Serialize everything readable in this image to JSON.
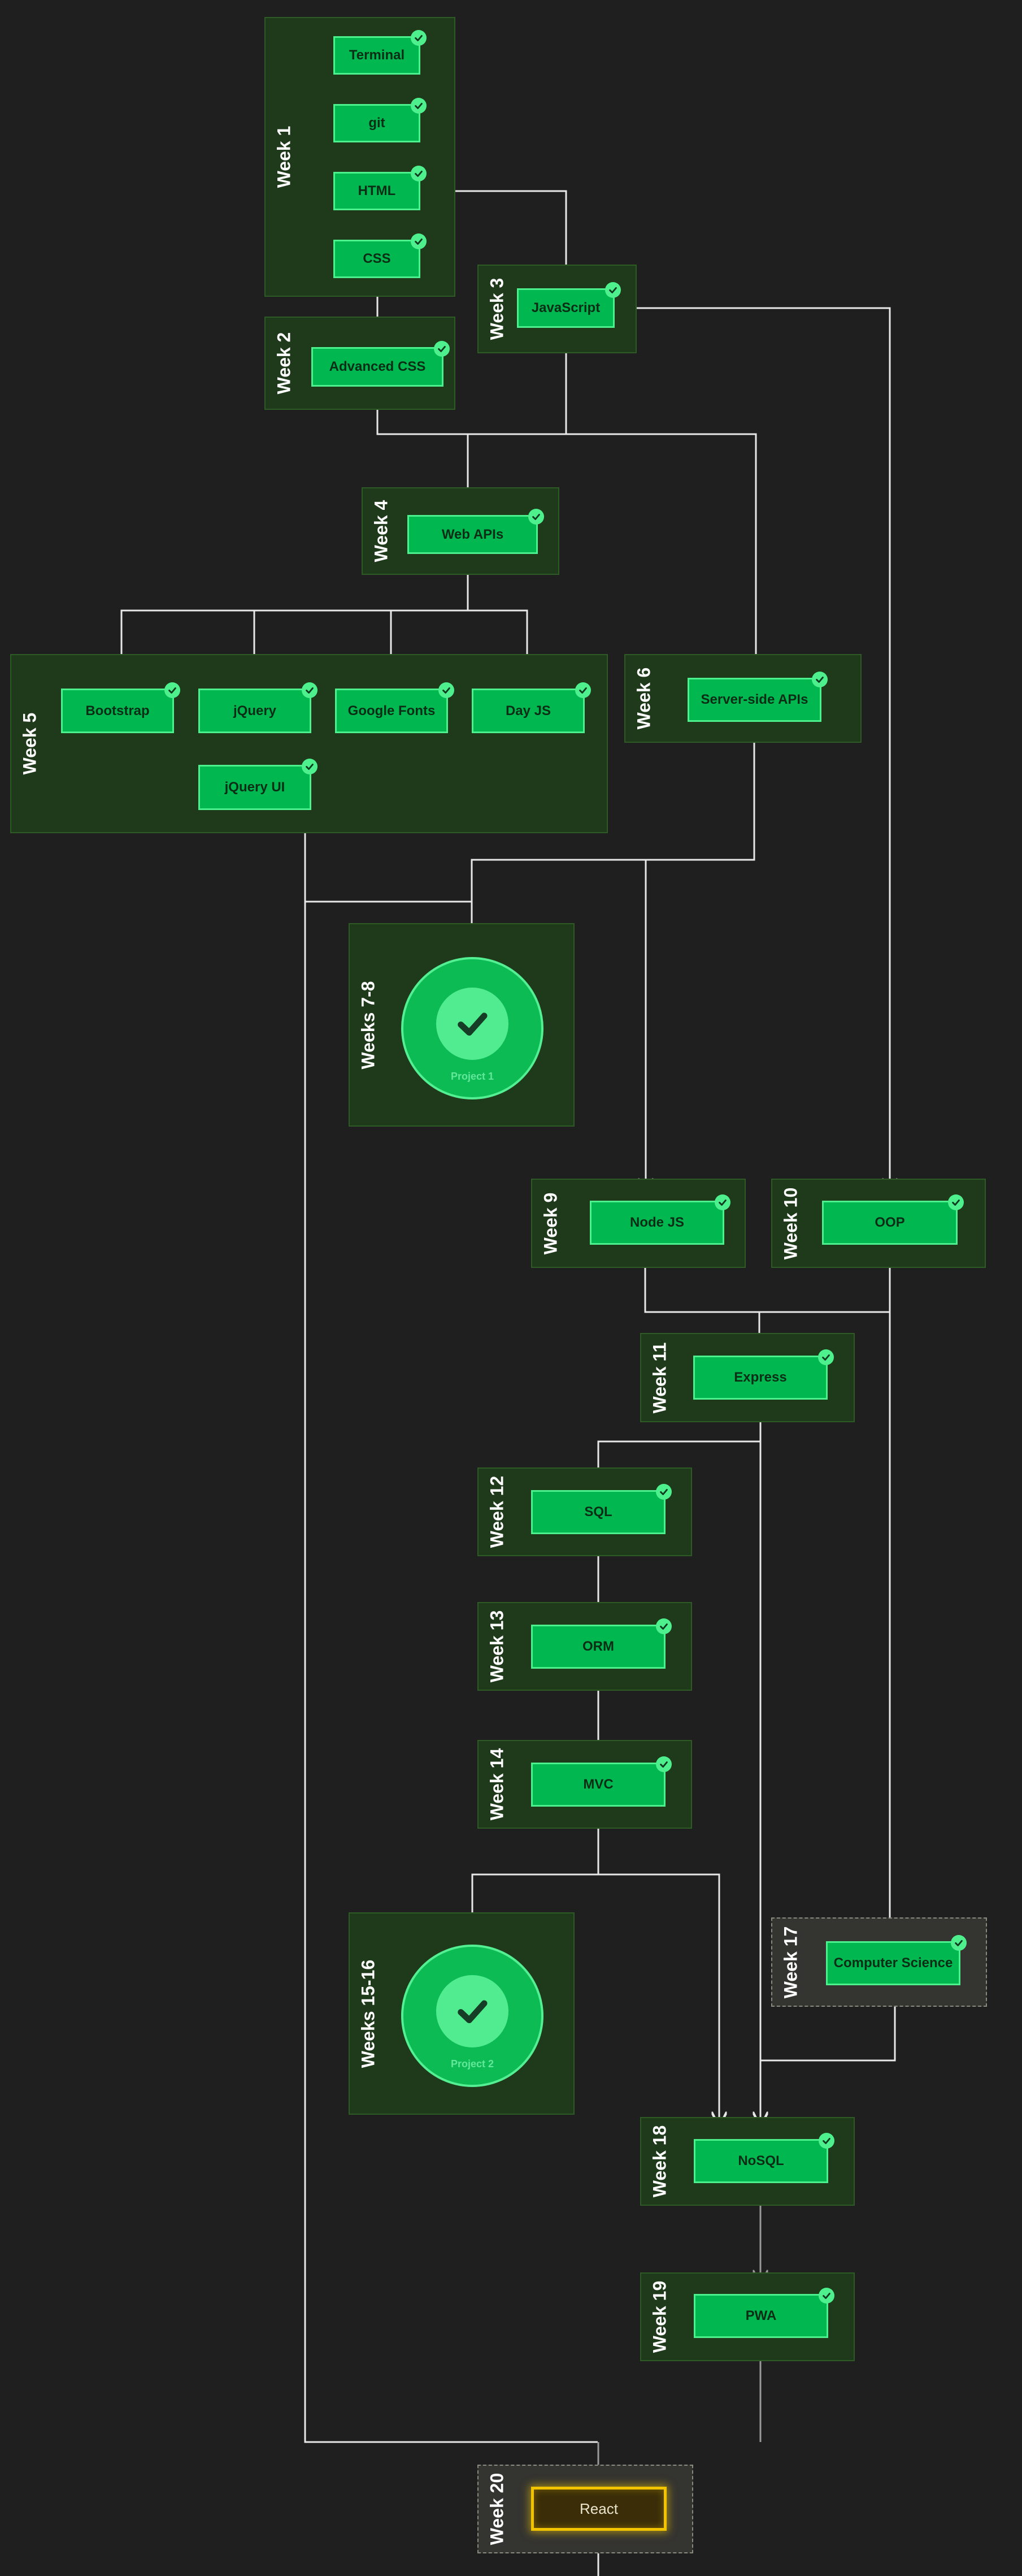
{
  "colors": {
    "background": "#1f1f1f",
    "group_fill": "#1e3a1a",
    "node_fill": "#00b84f",
    "node_border": "#4cf08c",
    "check_badge": "#4ef08d",
    "wire": "#e8e8e8",
    "highlight": "#f2c400"
  },
  "weeks": {
    "w1": "Week 1",
    "w2": "Week 2",
    "w3": "Week 3",
    "w4": "Week 4",
    "w5": "Week 5",
    "w6": "Week 6",
    "w78": "Weeks 7-8",
    "w9": "Week 9",
    "w10": "Week 10",
    "w11": "Week 11",
    "w12": "Week 12",
    "w13": "Week 13",
    "w14": "Week 14",
    "w1516": "Weeks 15-16",
    "w17": "Week 17",
    "w18": "Week 18",
    "w19": "Week 19",
    "w20": "Week 20"
  },
  "topics": {
    "terminal": "Terminal",
    "git": "git",
    "html": "HTML",
    "css": "CSS",
    "advanced_css": "Advanced CSS",
    "javascript": "JavaScript",
    "web_apis": "Web APIs",
    "bootstrap": "Bootstrap",
    "jquery": "jQuery",
    "google_fonts": "Google Fonts",
    "day_js": "Day JS",
    "jquery_ui": "jQuery UI",
    "server_side_apis": "Server-side APIs",
    "node_js": "Node JS",
    "oop": "OOP",
    "express": "Express",
    "sql": "SQL",
    "orm": "ORM",
    "mvc": "MVC",
    "computer_science": "Computer Science",
    "nosql": "NoSQL",
    "pwa": "PWA",
    "react": "React"
  },
  "projects": {
    "p1": "Project 1",
    "p2": "Project 2"
  },
  "icons": {
    "completed": "check-icon"
  }
}
